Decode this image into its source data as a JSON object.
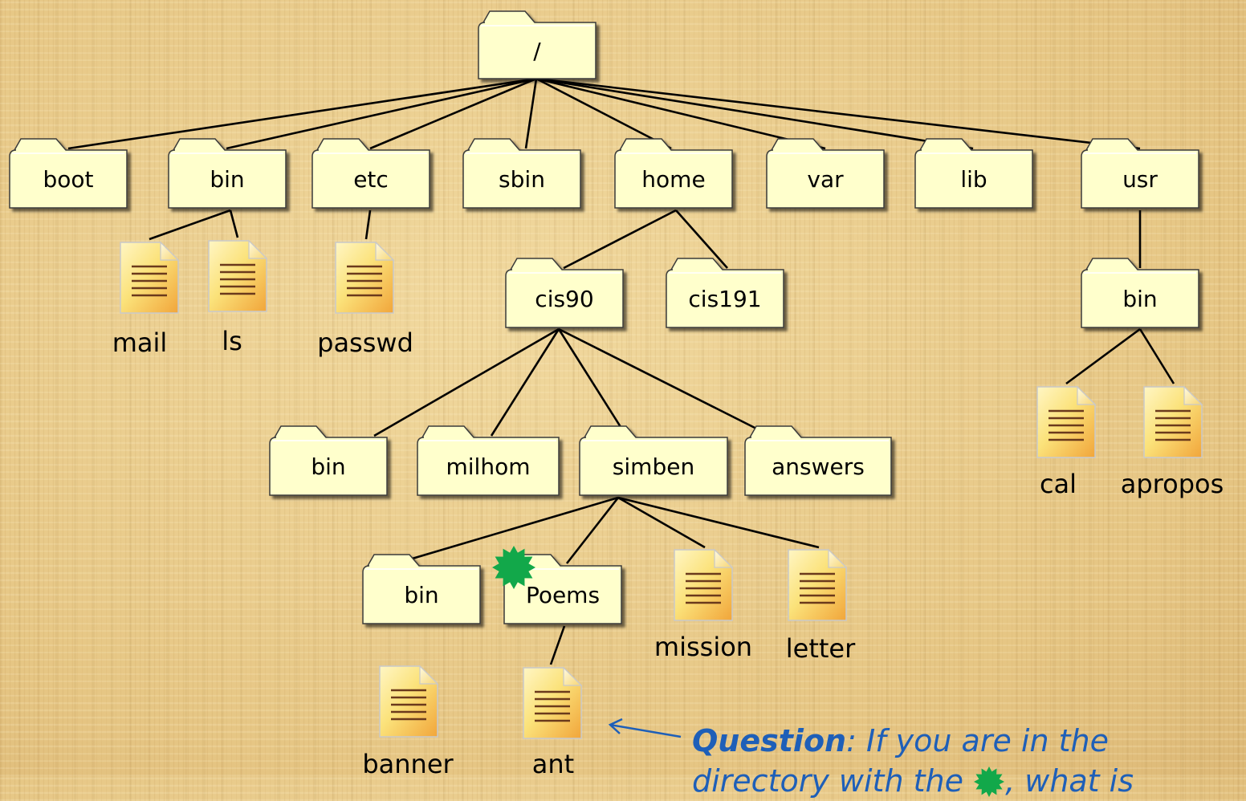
{
  "folders": [
    {
      "id": "root",
      "label": "/"
    },
    {
      "id": "boot",
      "label": "boot"
    },
    {
      "id": "bin",
      "label": "bin"
    },
    {
      "id": "etc",
      "label": "etc"
    },
    {
      "id": "sbin",
      "label": "sbin"
    },
    {
      "id": "home",
      "label": "home"
    },
    {
      "id": "var",
      "label": "var"
    },
    {
      "id": "lib",
      "label": "lib"
    },
    {
      "id": "usr",
      "label": "usr"
    },
    {
      "id": "cis90",
      "label": "cis90"
    },
    {
      "id": "cis191",
      "label": "cis191"
    },
    {
      "id": "usr_bin",
      "label": "bin"
    },
    {
      "id": "cis90_bin",
      "label": "bin"
    },
    {
      "id": "milhom",
      "label": "milhom"
    },
    {
      "id": "simben",
      "label": "simben"
    },
    {
      "id": "answers",
      "label": "answers"
    },
    {
      "id": "simben_bin",
      "label": "bin"
    },
    {
      "id": "poems",
      "label": "Poems",
      "marked": true
    }
  ],
  "files": [
    {
      "id": "mail",
      "label": "mail"
    },
    {
      "id": "ls",
      "label": "ls"
    },
    {
      "id": "passwd",
      "label": "passwd"
    },
    {
      "id": "cal",
      "label": "cal"
    },
    {
      "id": "apropos",
      "label": "apropos"
    },
    {
      "id": "mission",
      "label": "mission"
    },
    {
      "id": "letter",
      "label": "letter"
    },
    {
      "id": "banner",
      "label": "banner"
    },
    {
      "id": "ant",
      "label": "ant"
    }
  ],
  "edges": [
    [
      "root",
      "boot"
    ],
    [
      "root",
      "bin"
    ],
    [
      "root",
      "etc"
    ],
    [
      "root",
      "sbin"
    ],
    [
      "root",
      "home"
    ],
    [
      "root",
      "var"
    ],
    [
      "root",
      "lib"
    ],
    [
      "root",
      "usr"
    ],
    [
      "bin",
      "mail"
    ],
    [
      "bin",
      "ls"
    ],
    [
      "etc",
      "passwd"
    ],
    [
      "home",
      "cis90"
    ],
    [
      "home",
      "cis191"
    ],
    [
      "usr",
      "usr_bin"
    ],
    [
      "usr_bin",
      "cal"
    ],
    [
      "usr_bin",
      "apropos"
    ],
    [
      "cis90",
      "cis90_bin"
    ],
    [
      "cis90",
      "milhom"
    ],
    [
      "cis90",
      "simben"
    ],
    [
      "cis90",
      "answers"
    ],
    [
      "simben",
      "simben_bin"
    ],
    [
      "simben",
      "poems"
    ],
    [
      "simben",
      "mission"
    ],
    [
      "simben",
      "letter"
    ],
    [
      "simben_bin",
      "banner"
    ],
    [
      "poems",
      "ant"
    ]
  ],
  "question": {
    "bold": "Question",
    "line1": ":  If you are in the",
    "line2a": "directory with the",
    "line2b": ", what is"
  },
  "colors": {
    "folder_fill": "#ffffcc",
    "folder_stroke": "#3a3a3a",
    "marker": "#12a84a",
    "question_text": "#1e5fb8",
    "arrow": "#1e5fb8"
  },
  "icons": {
    "folder": "folder-icon",
    "file": "text-file-icon",
    "marker": "green-star-icon",
    "arrow": "left-arrow-icon"
  }
}
